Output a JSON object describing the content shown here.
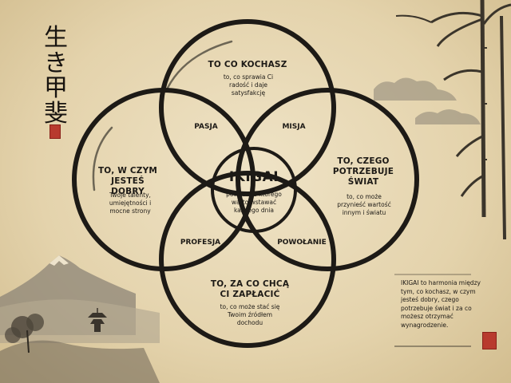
{
  "calligraphy": {
    "characters": [
      "生",
      "き",
      "甲",
      "斐"
    ]
  },
  "circles": {
    "top": {
      "title": "TO CO KOCHASZ",
      "description": "to, co sprawia Ci radość i daje satysfakcję"
    },
    "left": {
      "title": "TO, W CZYM JESTEŚ DOBRY",
      "description": "Twoje talenty, umiejętności i mocne strony"
    },
    "right": {
      "title": "TO, CZEGO POTRZEBUJE ŚWIAT",
      "description": "to, co może przynieść wartość innym i światu"
    },
    "bottom": {
      "title": "TO, ZA CO CHCĄ CI ZAPŁACIĆ",
      "description": "to, co może stać się Twoim źródłem dochodu"
    }
  },
  "overlaps": {
    "pasja": "PASJA",
    "misja": "MISJA",
    "profesja": "PROFESJA",
    "powolanie": "POWOŁANIE"
  },
  "center": {
    "title": "IKIGAI",
    "description": "powód dla którego warto wstawać każdego dnia"
  },
  "note": "IKIGAI to harmonia między tym, co kochasz, w czym jesteś dobry, czego potrzebuje świat i za co możesz otrzymać wynagrodzenie.",
  "colors": {
    "ink": "#1d1a16",
    "paper": "#e9dcbd",
    "seal": "#b83a2e"
  }
}
